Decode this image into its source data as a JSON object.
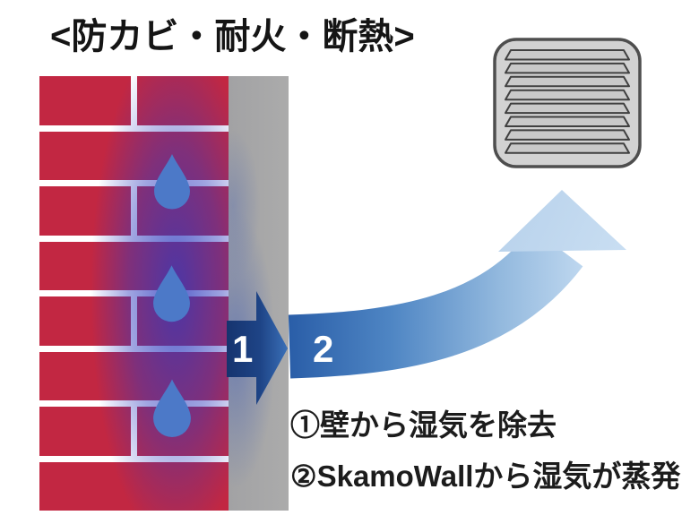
{
  "title": "<防カビ・耐火・断熱>",
  "diagram": {
    "flow": {
      "step1_label": "1",
      "step2_label": "2"
    },
    "captions": {
      "line1": "①壁から湿気を除去",
      "line2": "②SkamoWallから湿気が蒸発"
    },
    "icons": {
      "droplet_count": 3,
      "vent_louver_count": 8
    },
    "colors": {
      "brick_red": "#c22742",
      "moisture_blue": "#2f3abe",
      "droplet_blue": "#4c79c8",
      "panel_gray": "#a8a8a8",
      "arrow1_navy_dark": "#16346f",
      "arrow1_navy_light": "#3a70b8",
      "arrow2_blue_start": "#2a5ea8",
      "arrow2_blue_end": "#bed7ef",
      "vent_fill": "#d2d2d2",
      "vent_stroke": "#4e4e4e",
      "text_black": "#1c1c1c"
    }
  }
}
